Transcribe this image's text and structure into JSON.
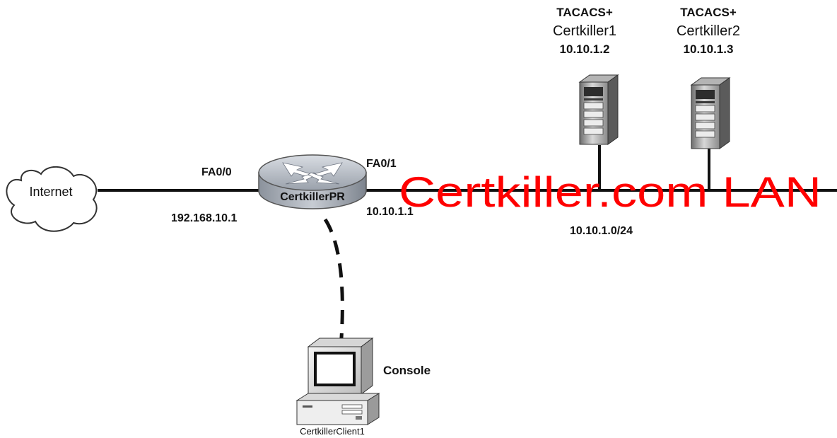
{
  "internet": {
    "label": "Internet"
  },
  "router": {
    "name": "CertkillerPR",
    "left_interface": "FA0/0",
    "left_ip": "192.168.10.1",
    "right_interface": "FA0/1",
    "right_ip": "10.10.1.1"
  },
  "lan": {
    "subnet": "10.10.1.0/24",
    "watermark": "Certkiller.com LAN",
    "watermark_color": "#ff0000"
  },
  "servers": [
    {
      "type": "TACACS+",
      "name": "Certkiller1",
      "ip": "10.10.1.2"
    },
    {
      "type": "TACACS+",
      "name": "Certkiller2",
      "ip": "10.10.1.3"
    }
  ],
  "console": {
    "label": "Console",
    "client_name": "CertkillerClient1"
  },
  "icons": {
    "cloud": "cloud-icon",
    "router": "router-icon",
    "server": "server-icon",
    "workstation": "workstation-icon"
  }
}
